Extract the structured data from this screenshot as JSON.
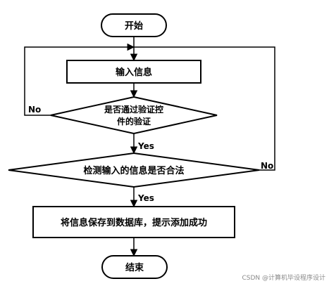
{
  "flowchart": {
    "start": "开始",
    "input": "输入信息",
    "check_controls": [
      "是否通过验证控",
      "件的验证"
    ],
    "check_valid": "检测输入的信息是否合法",
    "save": "将信息保存到数据库，提示添加成功",
    "end": "结束",
    "edges": {
      "yes_1": "Yes",
      "no_1": "No",
      "yes_2": "Yes",
      "no_2": "No"
    }
  },
  "watermark": "CSDN @计算机毕设程序设计"
}
